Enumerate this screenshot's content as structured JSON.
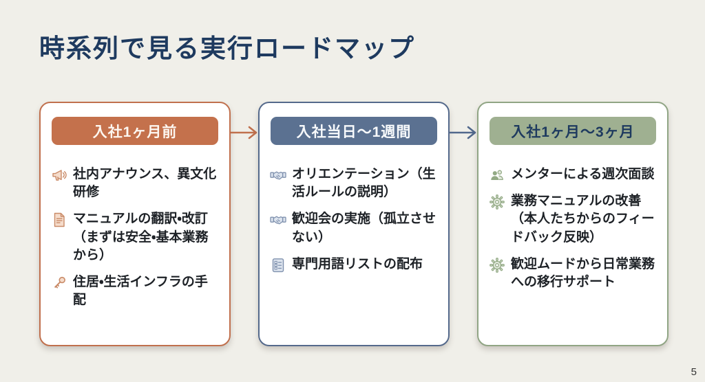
{
  "slide": {
    "title": "時系列で見る実行ロードマップ",
    "page_number": "5",
    "background_color": "#f0efe9",
    "title_color": "#1e3a5f"
  },
  "cards": [
    {
      "header": "入社1ヶ月前",
      "accent": "#c0704d",
      "header_bg": "#c4714c",
      "header_fg": "#fdf7f1",
      "icon_stroke": "#c98a67",
      "icon_fill": "#f5dccb",
      "items": [
        {
          "icon": "megaphone-icon",
          "text": "社内アナウンス、異文化研修"
        },
        {
          "icon": "document-icon",
          "text": "マニュアルの翻訳・改訂（まずは安全・基本業務から）"
        },
        {
          "icon": "key-icon",
          "text": "住居・生活インフラの手配"
        }
      ]
    },
    {
      "header": "入社当日〜1週間",
      "accent": "#54698b",
      "header_bg": "#5b7191",
      "header_fg": "#f8fafc",
      "icon_stroke": "#7e90ad",
      "icon_fill": "#dde4ee",
      "items": [
        {
          "icon": "handshake-icon",
          "text": "オリエンテーション（生活ルールの説明）"
        },
        {
          "icon": "handshake-icon",
          "text": "歓迎会の実施（孤立させない）"
        },
        {
          "icon": "checklist-icon",
          "text": "専門用語リストの配布"
        }
      ]
    },
    {
      "header": "入社1ヶ月〜3ヶ月",
      "accent": "#90a584",
      "header_bg": "#9fb091",
      "header_fg": "#1e3a5f",
      "icon_stroke": "#93aa85",
      "icon_fill": "#e3e9dd",
      "items": [
        {
          "icon": "users-icon",
          "text": "メンターによる週次面談"
        },
        {
          "icon": "gear-icon",
          "text": "業務マニュアルの改善（本人たちからのフィードバック反映）"
        },
        {
          "icon": "gear-icon",
          "text": "歓迎ムードから日常業務への移行サポート"
        }
      ]
    }
  ],
  "arrows": [
    {
      "name": "arrow-stage1-to-stage2",
      "color": "#c0704d"
    },
    {
      "name": "arrow-stage2-to-stage3",
      "color": "#51688c"
    }
  ]
}
